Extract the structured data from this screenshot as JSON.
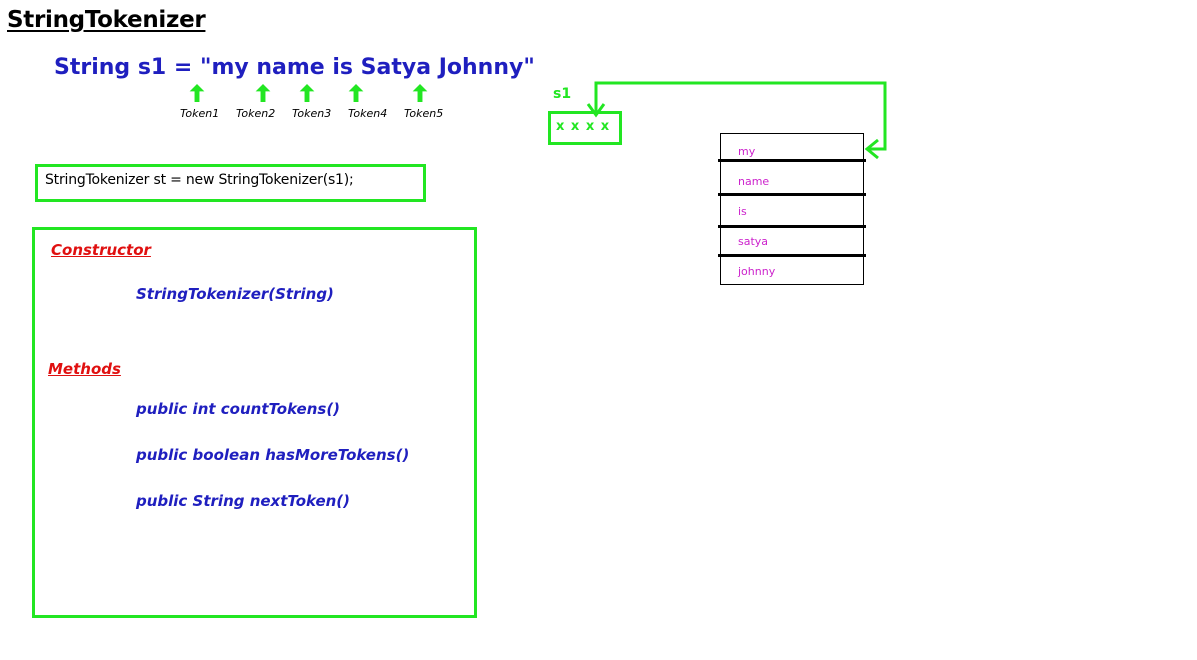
{
  "title": "StringTokenizer",
  "declaration": "String s1 = \"my name is Satya Johnny\"",
  "tokens": [
    "Token1",
    "Token2",
    "Token3",
    "Token4",
    "Token5"
  ],
  "code": "StringTokenizer st = new StringTokenizer(s1);",
  "constructor_heading": "Constructor",
  "constructor": "StringTokenizer(String)",
  "methods_heading": "Methods",
  "methods": [
    "public int countTokens()",
    "public boolean hasMoreTokens()",
    "public String nextToken()"
  ],
  "reference": {
    "name": "s1",
    "value": "x x x x"
  },
  "token_cells": [
    "my",
    "name",
    "is",
    "satya",
    "johnny"
  ],
  "colors": {
    "green": "#22e622",
    "blue": "#1f1fbf",
    "red": "#e01010",
    "magenta": "#cc22cc"
  }
}
